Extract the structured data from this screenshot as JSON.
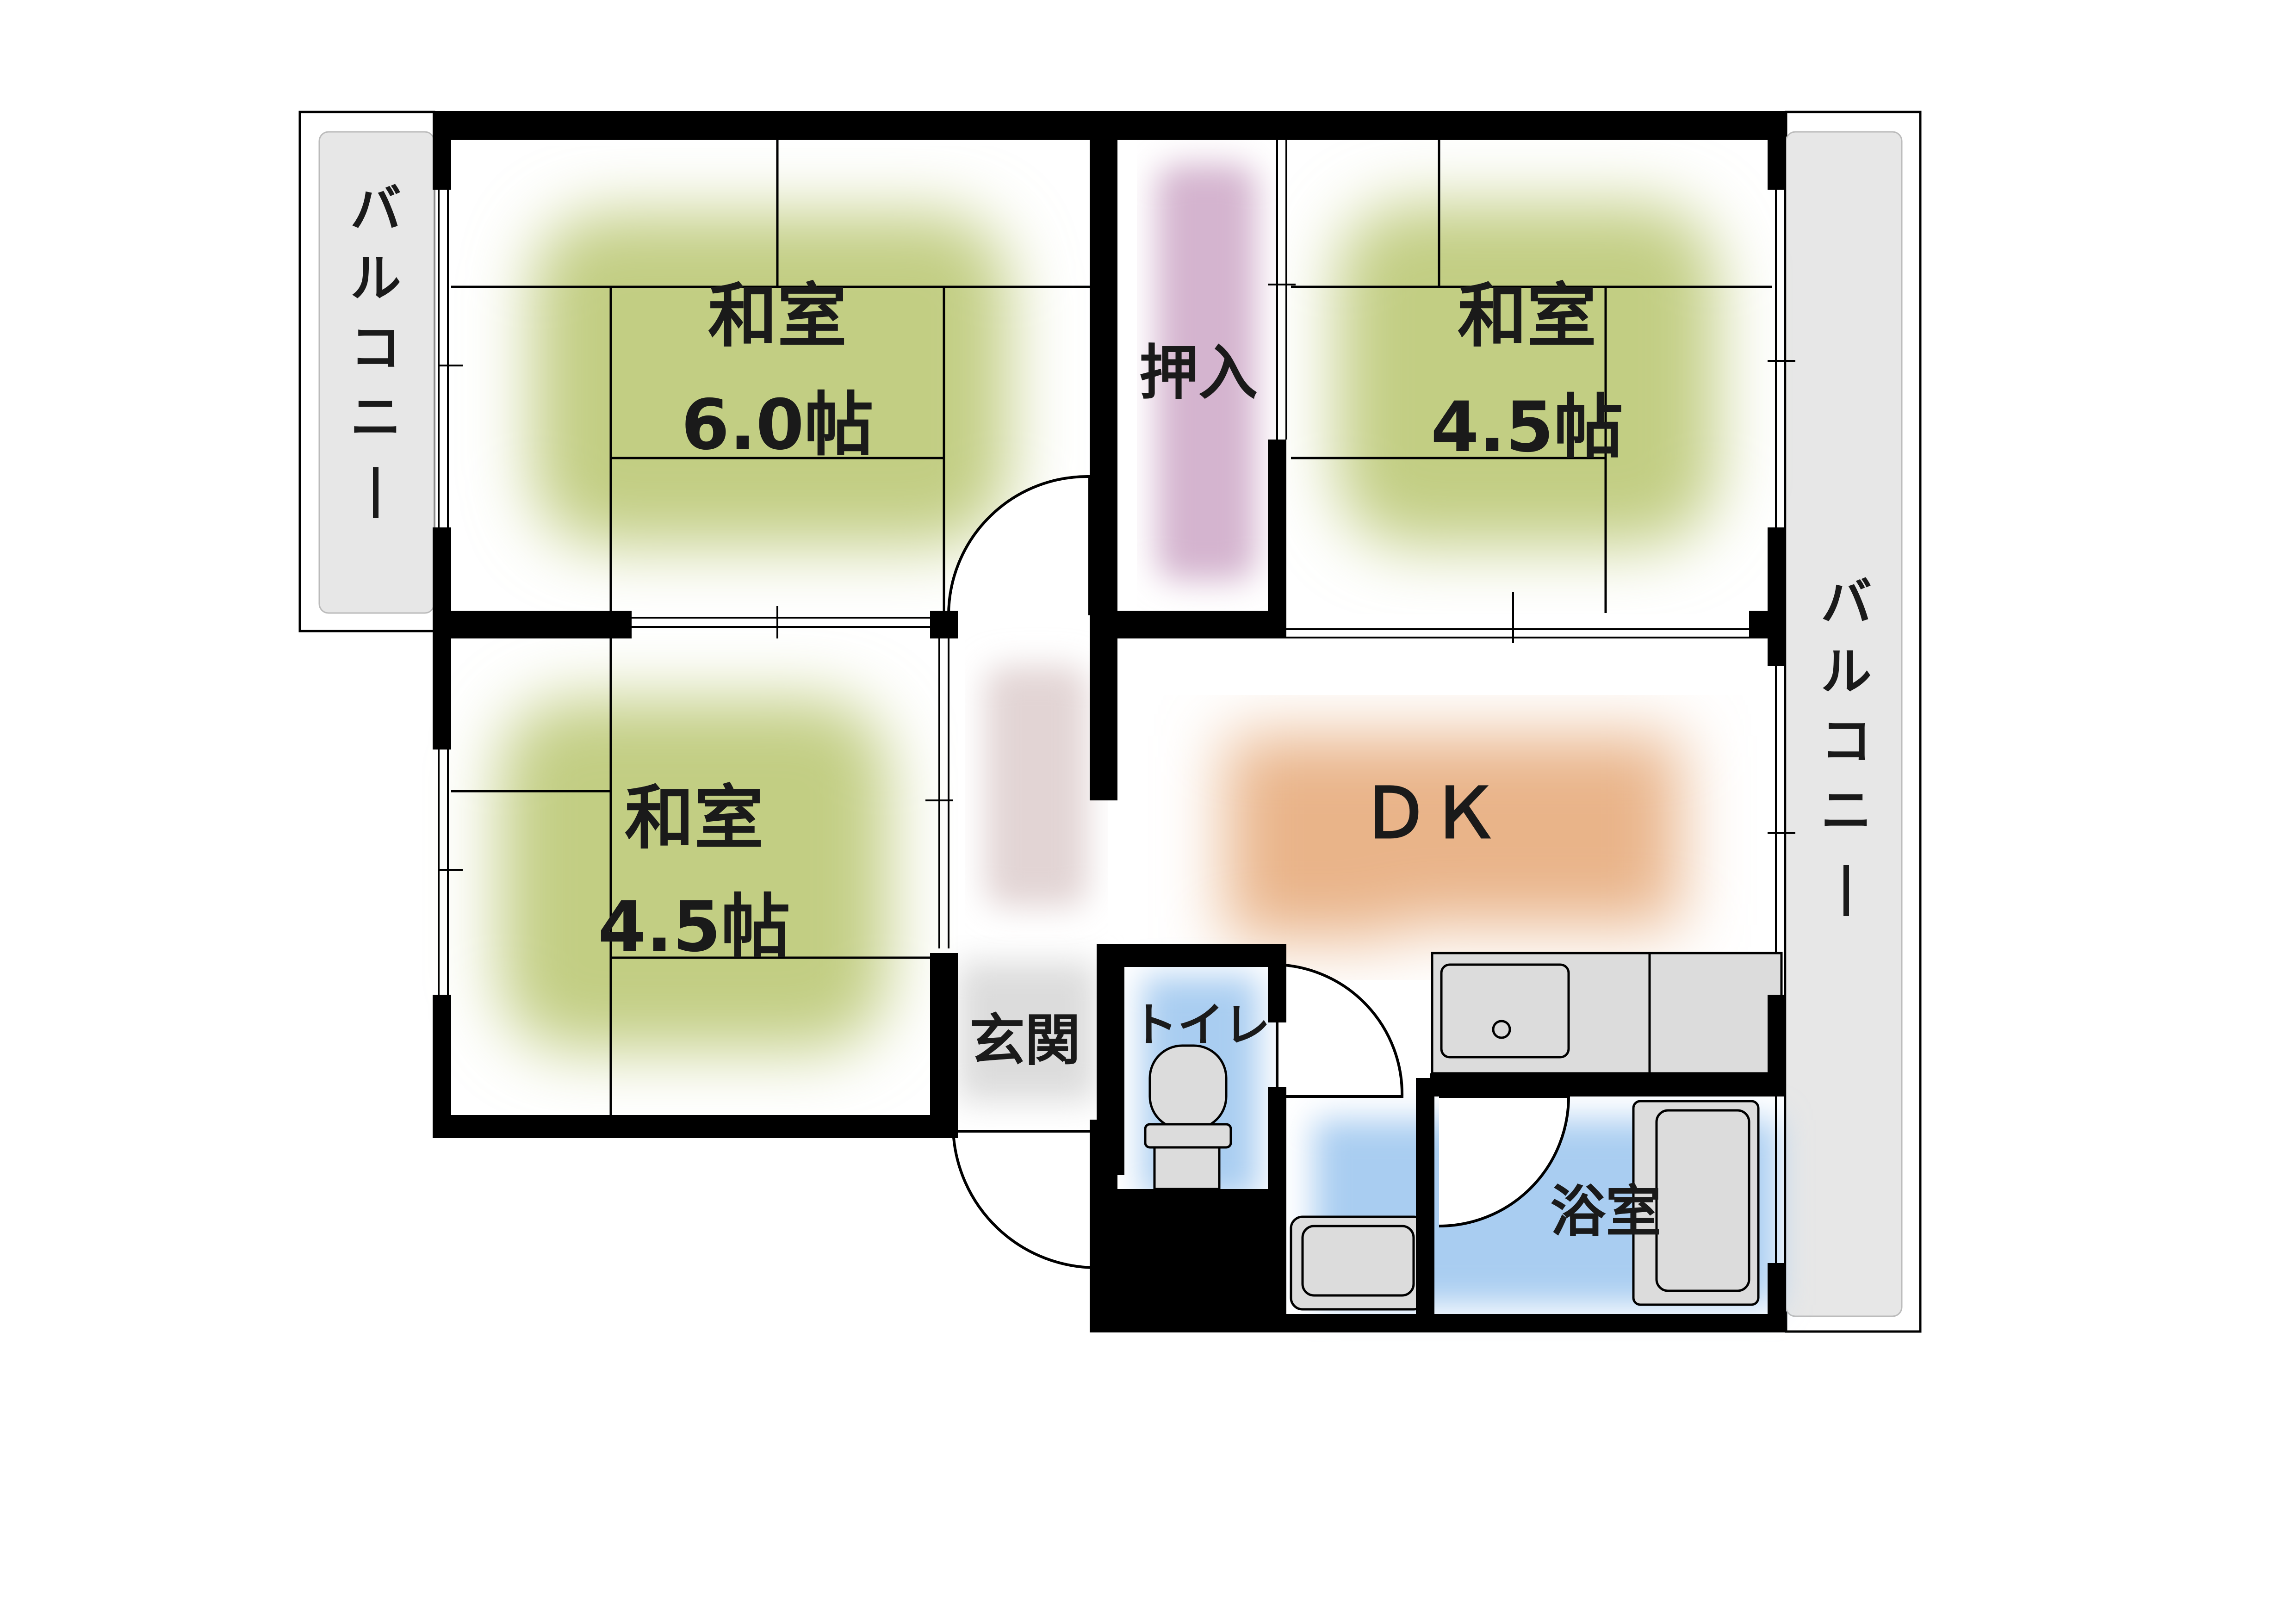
{
  "floor_plan": {
    "rooms": {
      "washitsu_nw": {
        "name": "和室",
        "size": "6.0帖"
      },
      "washitsu_ne": {
        "name": "和室",
        "size": "4.5帖"
      },
      "washitsu_sw": {
        "name": "和室",
        "size": "4.5帖"
      },
      "dk": {
        "name": "ＤＫ"
      },
      "oshiire": {
        "name": "押入"
      },
      "genkan": {
        "name": "玄関"
      },
      "toilet": {
        "name": "トイレ"
      },
      "bath": {
        "name": "浴室"
      }
    },
    "balconies": {
      "left": {
        "label": [
          "バ",
          "ル",
          "コ",
          "ニ",
          "ー"
        ]
      },
      "right": {
        "label": [
          "バ",
          "ル",
          "コ",
          "ニ",
          "ー"
        ]
      }
    },
    "colors": {
      "tatami": "#c9d493",
      "dk_floor": "#e9b489",
      "oshiire": "#d4b4cf",
      "wet_area": "#a9cdf1",
      "hall": "#e8dddd",
      "balcony": "#e7e7e7",
      "fixture": "#dcdcdc",
      "wall": "#000000"
    }
  }
}
